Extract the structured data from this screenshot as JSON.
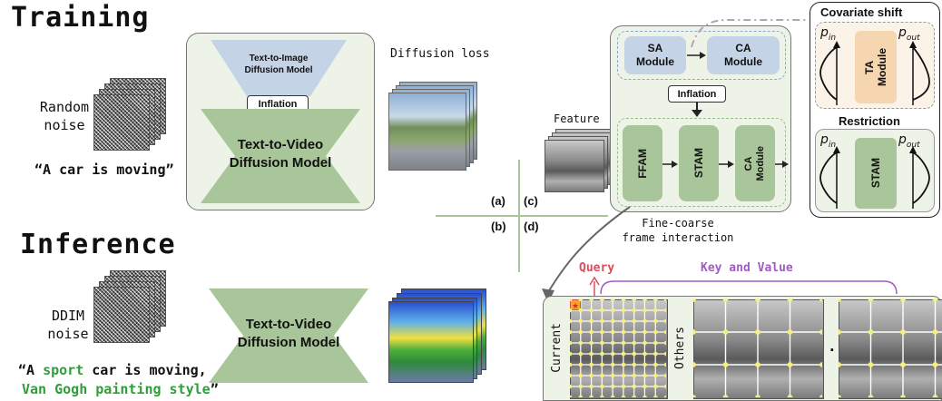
{
  "headings": {
    "training": "Training",
    "inference": "Inference"
  },
  "training": {
    "noise_label": "Random\nnoise",
    "prompt_open": "“",
    "prompt": "A car is moving",
    "prompt_close": "”",
    "t2i_model": "Text-to-Image\nDiffusion Model",
    "inflation": "Inflation",
    "t2v_model": "Text-to-Video\nDiffusion Model",
    "loss_label": "Diffusion loss"
  },
  "inference": {
    "noise_label": "DDIM\nnoise",
    "prompt_line1_a": "“A ",
    "prompt_line1_green": "sport",
    "prompt_line1_b": " car is moving,",
    "prompt_line2_green": "Van Gogh painting style",
    "prompt_line2_close": "”",
    "t2v_model": "Text-to-Video\nDiffusion Model"
  },
  "quadrants": {
    "a": "(a)",
    "b": "(b)",
    "c": "(c)",
    "d": "(d)"
  },
  "module_panel": {
    "sa": "SA\nModule",
    "ca_top": "CA\nModule",
    "inflation": "Inflation",
    "feature": "Feature",
    "ffam": "FFAM",
    "stam": "STAM",
    "ca_bottom": "CA\nModule",
    "caption": "Fine-coarse\nframe interaction"
  },
  "side_panels": {
    "covariate_title": "Covariate shift",
    "restriction_title": "Restriction",
    "p_in": "p",
    "p_in_sub": "in",
    "p_out": "p",
    "p_out_sub": "out",
    "ta_module": "TA\nModule",
    "stam": "STAM"
  },
  "interaction": {
    "query": "Query",
    "key_value": "Key and Value",
    "current": "Current",
    "others": "Others",
    "ellipsis": "..."
  },
  "colors": {
    "green_box": "#a8c69a",
    "green_panel": "#eef3e8",
    "blue_box": "#c5d3e6",
    "orange_box": "#f6d6b0",
    "query_red": "#e04a5a",
    "kv_purple": "#a05cc0",
    "prompt_green": "#2e9e3a"
  }
}
